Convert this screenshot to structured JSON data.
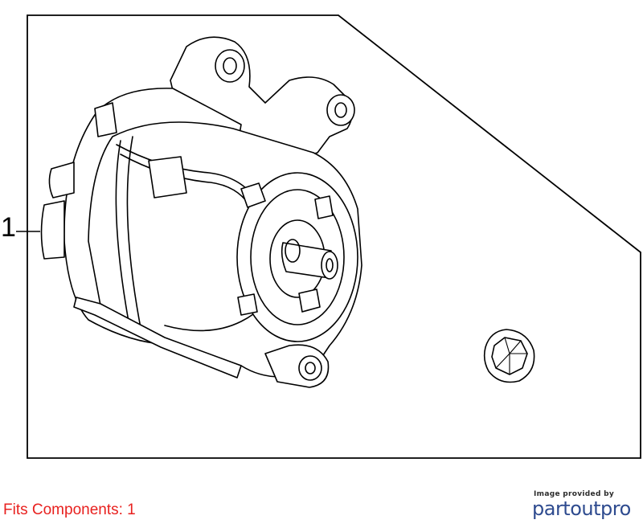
{
  "diagram": {
    "callout_number": "1"
  },
  "footer": {
    "fits_prefix": "Fits Components: ",
    "fits_value": "1",
    "fits_color": "#e8211f",
    "credit_text": "Image provided by",
    "brand": "partoutpro",
    "brand_color": "#2e4b8f"
  }
}
